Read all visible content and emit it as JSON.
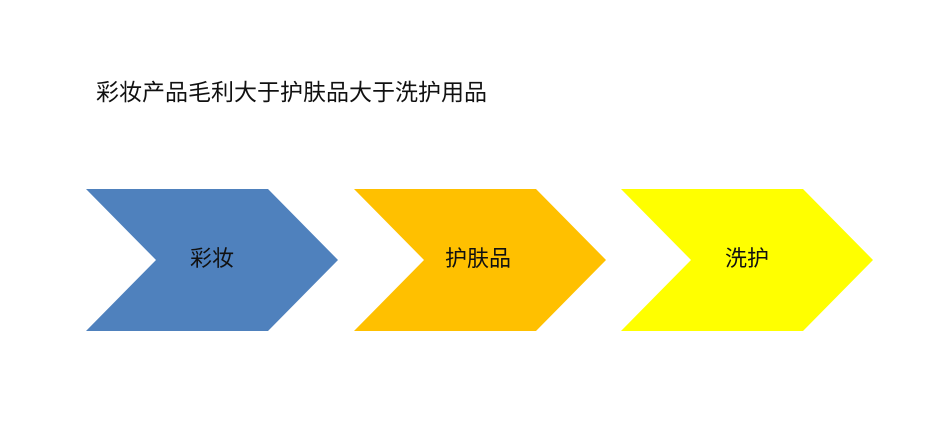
{
  "title": "彩妆产品毛利大于护肤品大于洗护用品",
  "steps": [
    {
      "label": "彩妆",
      "color": "#4F81BD"
    },
    {
      "label": "护肤品",
      "color": "#FFC000"
    },
    {
      "label": "洗护",
      "color": "#FFFF00"
    }
  ]
}
